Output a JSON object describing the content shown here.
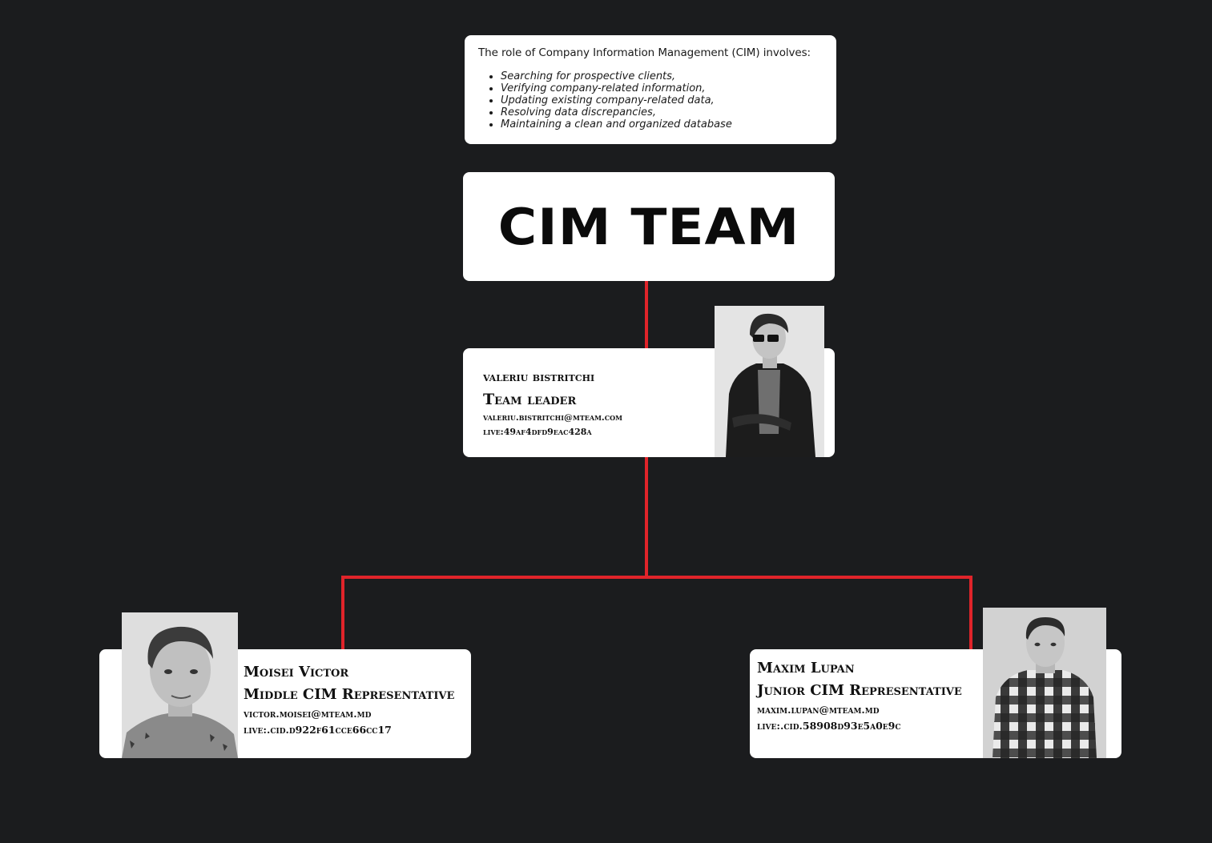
{
  "intro": {
    "heading": "The role of Company Information Management (CIM) involves:",
    "items": [
      "Searching for prospective clients,",
      "Verifying company-related information,",
      "Updating existing company-related data,",
      "Resolving data discrepancies,",
      "Maintaining a clean and organized database"
    ]
  },
  "title": "CIM TEAM",
  "leader": {
    "name": "Valeriu Bistritchi",
    "role": "Team leader",
    "email": "valeriu.bistritchi@mteam.com",
    "live": "live:49af4dfd9eac428a"
  },
  "middle": {
    "name": "Moisei Victor",
    "role": "Middle CIM Representative",
    "email": "victor.moisei@mteam.md",
    "live": "live:.cid.d922f61cce66cc17"
  },
  "junior": {
    "name": "Maxim Lupan",
    "role": "Junior CIM Representative",
    "email": "maxim.lupan@mteam.md",
    "live": "live:.cid.58908d93e5a0e9c"
  },
  "colors": {
    "background": "#1b1c1e",
    "card": "#ffffff",
    "connector": "#e0242a"
  }
}
